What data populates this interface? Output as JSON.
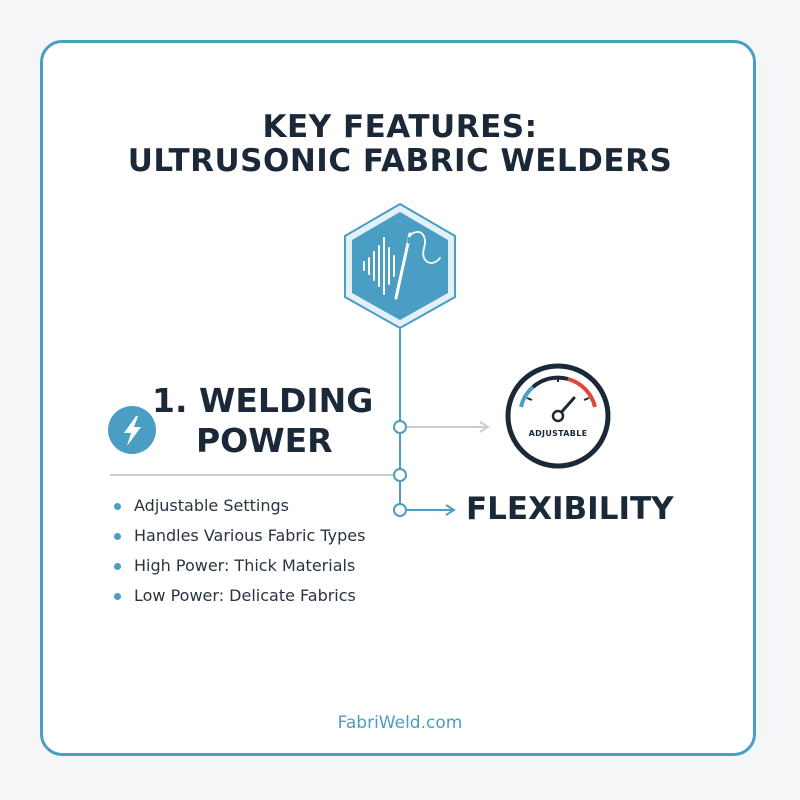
{
  "title": {
    "line1": "KEY FEATURES:",
    "line2": "ULTRUSONIC FABRIC WELDERS"
  },
  "feature": {
    "title_line1": "1. WELDING",
    "title_line2": "POWER",
    "bullets": [
      "Adjustable Settings",
      "Handles Various Fabric Types",
      "High Power: Thick Materials",
      "Low Power: Delicate Fabrics"
    ]
  },
  "gauge": {
    "label": "ADJUSTABLE"
  },
  "outcome": {
    "label": "FLEXIBILITY"
  },
  "footer": {
    "website": "FabriWeld.com"
  },
  "icons": {
    "hexagon": "sound-wave-needle-icon",
    "power": "lightning-bolt-icon",
    "gauge": "gauge-dial-icon"
  },
  "colors": {
    "accent": "#4a9ec4",
    "text": "#1b2838",
    "gauge_red": "#e0463a"
  }
}
